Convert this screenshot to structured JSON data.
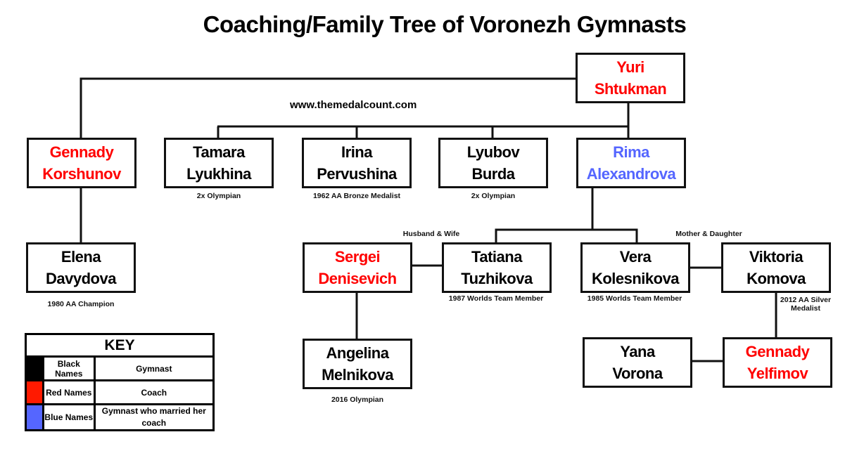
{
  "title": "Coaching/Family Tree of Voronezh Gymnasts",
  "website": "www.themedalcount.com",
  "colors": {
    "gymnast": "#000000",
    "coach": "#ff0000",
    "married": "#5566ff"
  },
  "people": {
    "yuri": {
      "first": "Yuri",
      "last": "Shtukman",
      "role": "coach"
    },
    "gennady_k": {
      "first": "Gennady",
      "last": "Korshunov",
      "role": "coach"
    },
    "tamara": {
      "first": "Tamara",
      "last": "Lyukhina",
      "role": "gymnast",
      "caption": "2x Olympian"
    },
    "irina": {
      "first": "Irina",
      "last": "Pervushina",
      "role": "gymnast",
      "caption": "1962 AA Bronze Medalist"
    },
    "lyubov": {
      "first": "Lyubov",
      "last": "Burda",
      "role": "gymnast",
      "caption": "2x Olympian"
    },
    "rima": {
      "first": "Rima",
      "last": "Alexandrova",
      "role": "married"
    },
    "elena": {
      "first": "Elena",
      "last": "Davydova",
      "role": "gymnast",
      "caption": "1980 AA Champion"
    },
    "sergei": {
      "first": "Sergei",
      "last": "Denisevich",
      "role": "coach"
    },
    "tatiana": {
      "first": "Tatiana",
      "last": "Tuzhikova",
      "role": "gymnast",
      "caption": "1987 Worlds Team Member"
    },
    "vera": {
      "first": "Vera",
      "last": "Kolesnikova",
      "role": "gymnast",
      "caption": "1985 Worlds Team Member"
    },
    "viktoria": {
      "first": "Viktoria",
      "last": "Komova",
      "role": "gymnast",
      "caption": "2012 AA Silver Medalist"
    },
    "angelina": {
      "first": "Angelina",
      "last": "Melnikova",
      "role": "gymnast",
      "caption": "2016 Olympian"
    },
    "yana": {
      "first": "Yana",
      "last": "Vorona",
      "role": "gymnast"
    },
    "gennady_y": {
      "first": "Gennady",
      "last": "Yelfimov",
      "role": "coach"
    }
  },
  "relations": {
    "husband_wife": "Husband & Wife",
    "mother_daughter": "Mother & Daughter"
  },
  "key": {
    "title": "KEY",
    "rows": [
      {
        "label": "Black Names",
        "meaning": "Gymnast"
      },
      {
        "label": "Red Names",
        "meaning": "Coach"
      },
      {
        "label": "Blue Names",
        "meaning": "Gymnast who married her coach"
      }
    ]
  }
}
